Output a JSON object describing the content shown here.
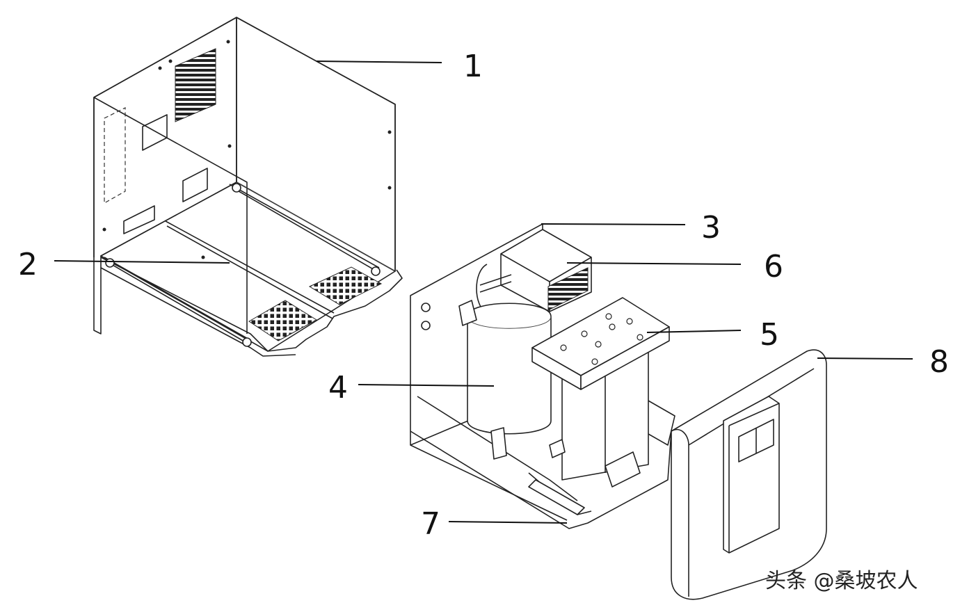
{
  "callouts": [
    {
      "id": "1",
      "label": "1"
    },
    {
      "id": "2",
      "label": "2"
    },
    {
      "id": "3",
      "label": "3"
    },
    {
      "id": "4",
      "label": "4"
    },
    {
      "id": "5",
      "label": "5"
    },
    {
      "id": "6",
      "label": "6"
    },
    {
      "id": "7",
      "label": "7"
    },
    {
      "id": "8",
      "label": "8"
    }
  ],
  "watermark": "头条 @桑坡农人",
  "colors": {
    "line": "#222222",
    "background": "#ffffff"
  }
}
